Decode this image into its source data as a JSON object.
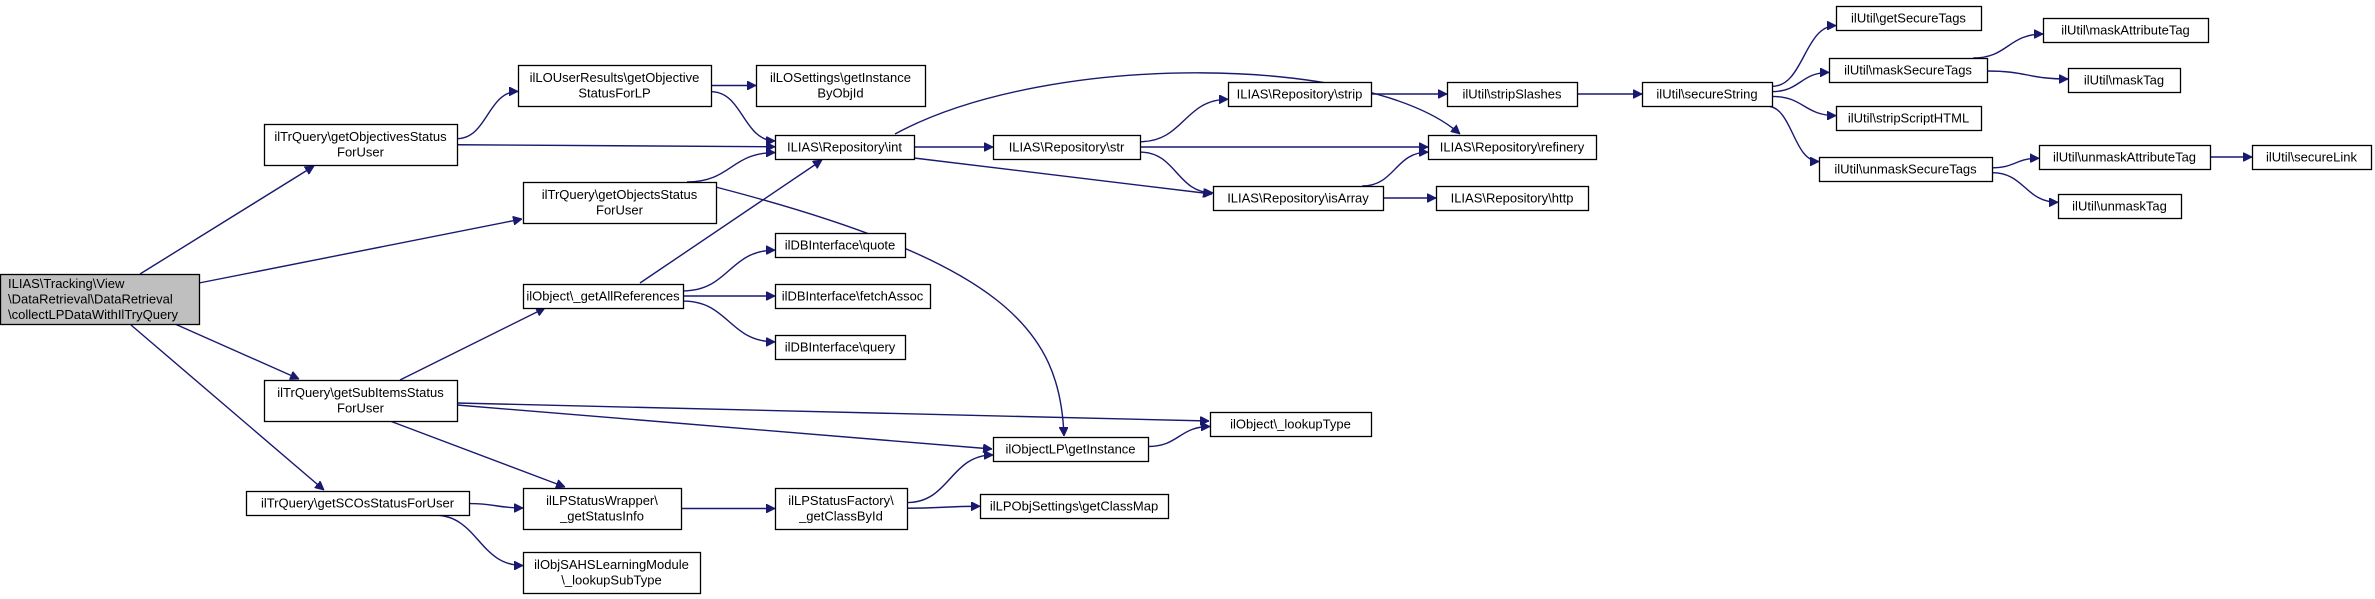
{
  "diagram": {
    "type": "call-graph",
    "colors": {
      "edge": "#191970",
      "node_border": "#000000",
      "root_fill": "#bfbfbf",
      "node_fill": "#ffffff",
      "background": "#ffffff"
    },
    "nodes": [
      {
        "id": "root",
        "lines": [
          "ILIAS\\Tracking\\View",
          "\\DataRetrieval\\DataRetrieval",
          "\\collectLPDataWithIlTryQuery"
        ],
        "root": true
      },
      {
        "id": "n_getObjectivesStatus",
        "lines": [
          "ilTrQuery\\getObjectivesStatus",
          "ForUser"
        ]
      },
      {
        "id": "n_getObjectsStatus",
        "lines": [
          "ilTrQuery\\getObjectsStatus",
          "ForUser"
        ]
      },
      {
        "id": "n_getSubItemsStatus",
        "lines": [
          "ilTrQuery\\getSubItemsStatus",
          "ForUser"
        ]
      },
      {
        "id": "n_getSCOsStatus",
        "lines": [
          "ilTrQuery\\getSCOsStatusForUser"
        ]
      },
      {
        "id": "n_getObjectiveStatusForLP",
        "lines": [
          "ilLOUserResults\\getObjective",
          "StatusForLP"
        ]
      },
      {
        "id": "n_getAllReferences",
        "lines": [
          "ilObject\\_getAllReferences"
        ]
      },
      {
        "id": "n_getStatusInfo",
        "lines": [
          "ilLPStatusWrapper\\",
          "_getStatusInfo"
        ]
      },
      {
        "id": "n_lookupSubType",
        "lines": [
          "ilObjSAHSLearningModule",
          "\\_lookupSubType"
        ]
      },
      {
        "id": "n_loSettingsGetInstance",
        "lines": [
          "ilLOSettings\\getInstance",
          "ByObjId"
        ]
      },
      {
        "id": "n_repoInt",
        "lines": [
          "ILIAS\\Repository\\int"
        ]
      },
      {
        "id": "n_quote",
        "lines": [
          "ilDBInterface\\quote"
        ]
      },
      {
        "id": "n_fetchAssoc",
        "lines": [
          "ilDBInterface\\fetchAssoc"
        ]
      },
      {
        "id": "n_query",
        "lines": [
          "ilDBInterface\\query"
        ]
      },
      {
        "id": "n_getClassById",
        "lines": [
          "ilLPStatusFactory\\",
          "_getClassById"
        ]
      },
      {
        "id": "n_objectLPGetInstance",
        "lines": [
          "ilObjectLP\\getInstance"
        ]
      },
      {
        "id": "n_getClassMap",
        "lines": [
          "ilLPObjSettings\\getClassMap"
        ]
      },
      {
        "id": "n_repoStr",
        "lines": [
          "ILIAS\\Repository\\str"
        ]
      },
      {
        "id": "n_repoStrip",
        "lines": [
          "ILIAS\\Repository\\strip"
        ]
      },
      {
        "id": "n_repoIsArray",
        "lines": [
          "ILIAS\\Repository\\isArray"
        ]
      },
      {
        "id": "n_lookupType",
        "lines": [
          "ilObject\\_lookupType"
        ]
      },
      {
        "id": "n_stripSlashes",
        "lines": [
          "ilUtil\\stripSlashes"
        ]
      },
      {
        "id": "n_repoRefinery",
        "lines": [
          "ILIAS\\Repository\\refinery"
        ]
      },
      {
        "id": "n_repoHttp",
        "lines": [
          "ILIAS\\Repository\\http"
        ]
      },
      {
        "id": "n_secureString",
        "lines": [
          "ilUtil\\secureString"
        ]
      },
      {
        "id": "n_getSecureTags",
        "lines": [
          "ilUtil\\getSecureTags"
        ]
      },
      {
        "id": "n_maskSecureTags",
        "lines": [
          "ilUtil\\maskSecureTags"
        ]
      },
      {
        "id": "n_stripScriptHTML",
        "lines": [
          "ilUtil\\stripScriptHTML"
        ]
      },
      {
        "id": "n_unmaskSecureTags",
        "lines": [
          "ilUtil\\unmaskSecureTags"
        ]
      },
      {
        "id": "n_maskAttributeTag",
        "lines": [
          "ilUtil\\maskAttributeTag"
        ]
      },
      {
        "id": "n_maskTag",
        "lines": [
          "ilUtil\\maskTag"
        ]
      },
      {
        "id": "n_unmaskAttributeTag",
        "lines": [
          "ilUtil\\unmaskAttributeTag"
        ]
      },
      {
        "id": "n_unmaskTag",
        "lines": [
          "ilUtil\\unmaskTag"
        ]
      },
      {
        "id": "n_secureLink",
        "lines": [
          "ilUtil\\secureLink"
        ]
      }
    ],
    "edges": [
      {
        "from": "root",
        "to": "n_getObjectivesStatus"
      },
      {
        "from": "root",
        "to": "n_getObjectsStatus"
      },
      {
        "from": "root",
        "to": "n_getSubItemsStatus"
      },
      {
        "from": "root",
        "to": "n_getSCOsStatus"
      },
      {
        "from": "n_getObjectivesStatus",
        "to": "n_getObjectiveStatusForLP"
      },
      {
        "from": "n_getObjectivesStatus",
        "to": "n_repoInt"
      },
      {
        "from": "n_getObjectiveStatusForLP",
        "to": "n_loSettingsGetInstance"
      },
      {
        "from": "n_getObjectiveStatusForLP",
        "to": "n_repoInt"
      },
      {
        "from": "n_getObjectsStatus",
        "to": "n_repoInt"
      },
      {
        "from": "n_getObjectsStatus",
        "to": "n_objectLPGetInstance"
      },
      {
        "from": "n_getSubItemsStatus",
        "to": "n_getAllReferences"
      },
      {
        "from": "n_getSubItemsStatus",
        "to": "n_objectLPGetInstance"
      },
      {
        "from": "n_getSubItemsStatus",
        "to": "n_lookupType"
      },
      {
        "from": "n_getSubItemsStatus",
        "to": "n_getStatusInfo"
      },
      {
        "from": "n_getSCOsStatus",
        "to": "n_getStatusInfo"
      },
      {
        "from": "n_getSCOsStatus",
        "to": "n_lookupSubType"
      },
      {
        "from": "n_getAllReferences",
        "to": "n_repoInt"
      },
      {
        "from": "n_getAllReferences",
        "to": "n_quote"
      },
      {
        "from": "n_getAllReferences",
        "to": "n_fetchAssoc"
      },
      {
        "from": "n_getAllReferences",
        "to": "n_query"
      },
      {
        "from": "n_getStatusInfo",
        "to": "n_getClassById"
      },
      {
        "from": "n_getClassById",
        "to": "n_objectLPGetInstance"
      },
      {
        "from": "n_getClassById",
        "to": "n_getClassMap"
      },
      {
        "from": "n_objectLPGetInstance",
        "to": "n_lookupType"
      },
      {
        "from": "n_repoInt",
        "to": "n_repoStr"
      },
      {
        "from": "n_repoInt",
        "to": "n_repoRefinery"
      },
      {
        "from": "n_repoInt",
        "to": "n_repoIsArray"
      },
      {
        "from": "n_repoStr",
        "to": "n_repoStrip"
      },
      {
        "from": "n_repoStr",
        "to": "n_repoRefinery"
      },
      {
        "from": "n_repoStr",
        "to": "n_repoIsArray"
      },
      {
        "from": "n_repoStrip",
        "to": "n_stripSlashes"
      },
      {
        "from": "n_repoIsArray",
        "to": "n_repoRefinery"
      },
      {
        "from": "n_repoIsArray",
        "to": "n_repoHttp"
      },
      {
        "from": "n_stripSlashes",
        "to": "n_secureString"
      },
      {
        "from": "n_secureString",
        "to": "n_getSecureTags"
      },
      {
        "from": "n_secureString",
        "to": "n_maskSecureTags"
      },
      {
        "from": "n_secureString",
        "to": "n_stripScriptHTML"
      },
      {
        "from": "n_secureString",
        "to": "n_unmaskSecureTags"
      },
      {
        "from": "n_maskSecureTags",
        "to": "n_maskAttributeTag"
      },
      {
        "from": "n_maskSecureTags",
        "to": "n_maskTag"
      },
      {
        "from": "n_unmaskSecureTags",
        "to": "n_unmaskAttributeTag"
      },
      {
        "from": "n_unmaskSecureTags",
        "to": "n_unmaskTag"
      },
      {
        "from": "n_unmaskAttributeTag",
        "to": "n_secureLink"
      }
    ]
  }
}
